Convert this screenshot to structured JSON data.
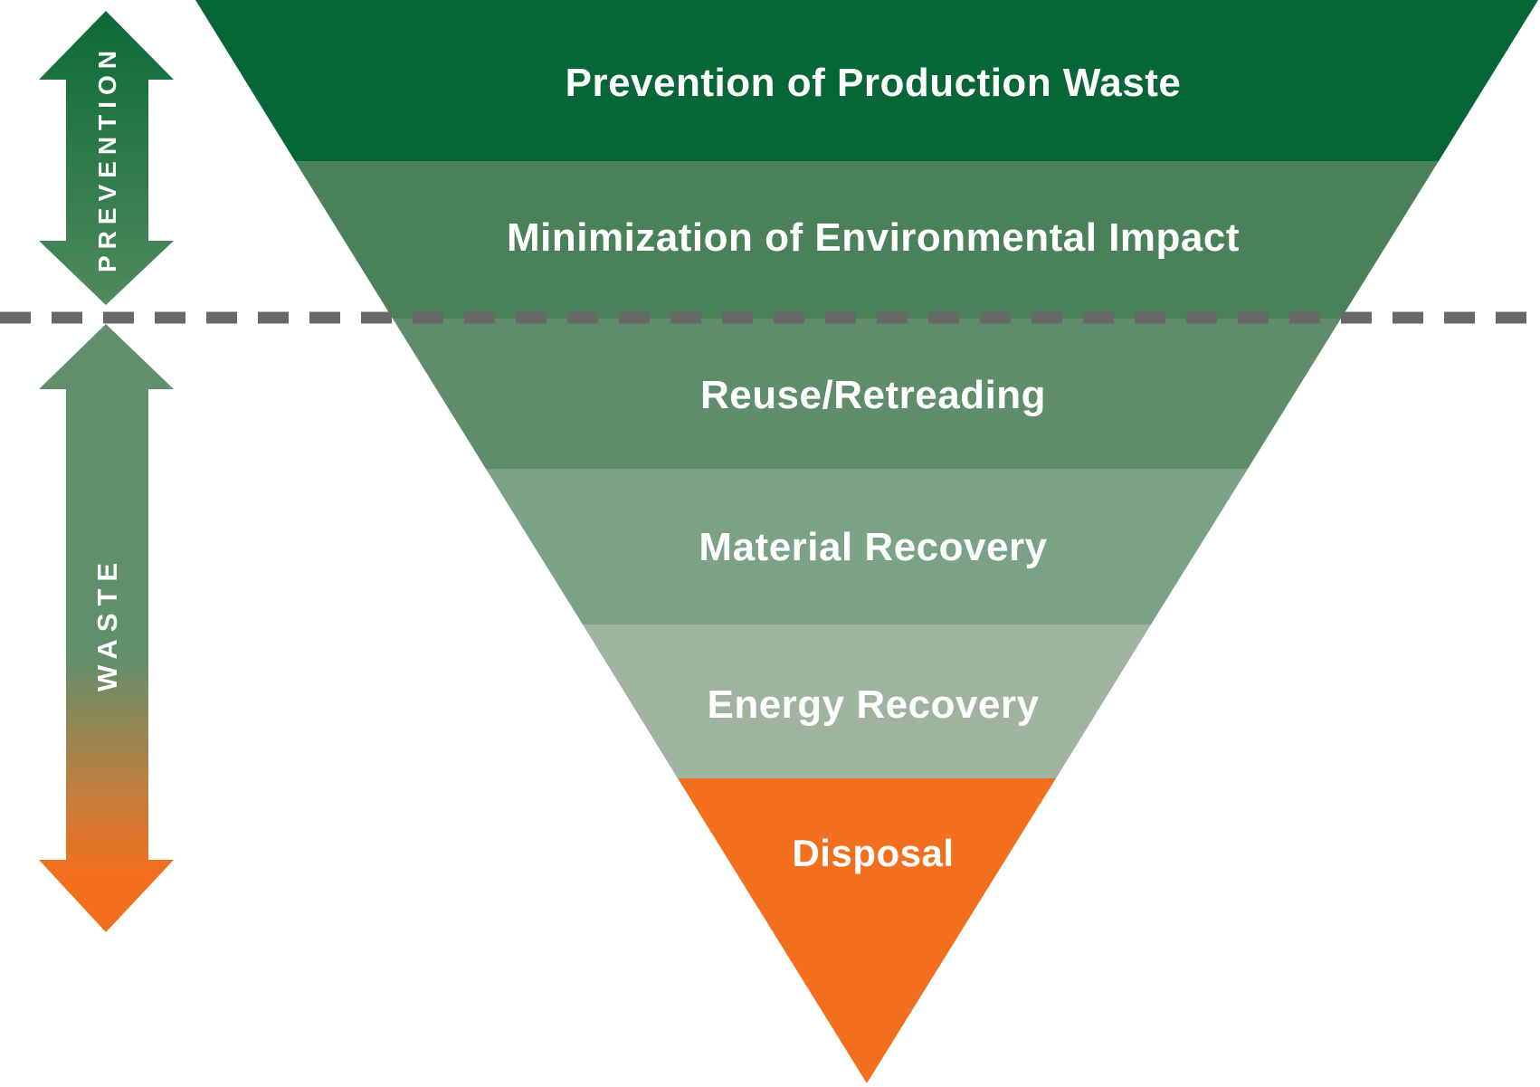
{
  "chart_data": {
    "type": "funnel",
    "title": "",
    "levels": [
      {
        "label": "Prevention of Production Waste",
        "color": "#076635"
      },
      {
        "label": "Minimization of Environmental Impact",
        "color": "#4a8159"
      },
      {
        "label": "Reuse/Retreading",
        "color": "#5f8c69"
      },
      {
        "label": "Material Recovery",
        "color": "#7ba285"
      },
      {
        "label": "Energy Recovery",
        "color": "#9fb49e"
      },
      {
        "label": "Disposal",
        "color": "#f2701d"
      }
    ]
  },
  "funnel": {
    "levels": [
      {
        "label": "Prevention of Production Waste",
        "color": "#076635"
      },
      {
        "label": "Minimization of Environmental Impact",
        "color": "#4a8159"
      },
      {
        "label": "Reuse/Retreading",
        "color": "#5f8c69"
      },
      {
        "label": "Material Recovery",
        "color": "#7ba285"
      },
      {
        "label": "Energy Recovery",
        "color": "#9fb49e"
      },
      {
        "label": "Disposal",
        "color": "#f2701d"
      }
    ]
  },
  "arrows": {
    "prevention_label": "PREVENTION",
    "waste_label": "WASTE",
    "prevention_gradient": [
      "#0c6a37",
      "#4f8a5e"
    ],
    "waste_gradient": [
      "#628f6b",
      "#c67d3c",
      "#f2701d"
    ]
  },
  "divider": {
    "color": "#686868"
  }
}
